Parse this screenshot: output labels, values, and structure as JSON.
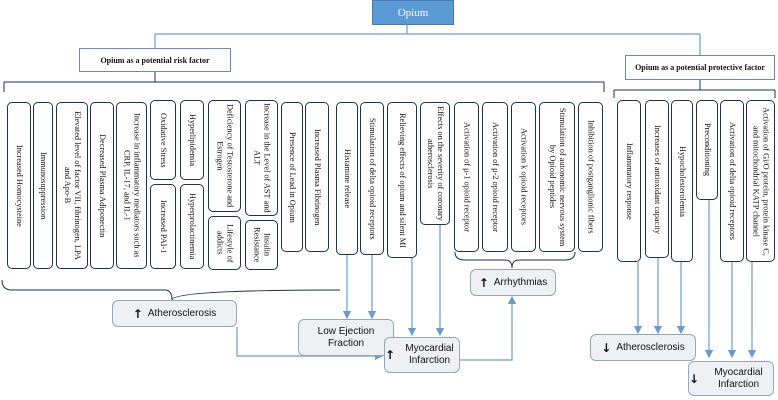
{
  "root": "Opium",
  "risk_header": "Opium as a potential risk factor",
  "protective_header": "Opium as a potential protective factor",
  "risk_factors": {
    "homocysteine": "Increased Homocysteine",
    "immunosuppression": "Immunosuppression",
    "factor_vii": "Elevated level of factor VII, fibrinogen, LPA and Apo-B",
    "adiponectin": "Decreased Plasma Adiponectin",
    "inflammatory_mediators": "Increase in inflammatory mediators such as CRP, IL-17, and IL-1",
    "oxidative_stress": "Oxidative Stress",
    "pai1": "Increased PAI-1",
    "hyperlipidemia": "Hyperlipidemia",
    "hyperprolactinemia": "Hyperprolactinemia",
    "testosterone": "Deficiency of Testosterone and Estrogen",
    "lifestyle": "Lifestyle of addicts",
    "ast_alt": "Increase in the Level of AST and ALT",
    "insulin": "Insulin Resistance",
    "lead": "Presence of Lead in Opium",
    "fibrinogen": "Increased Plasma Fibrinogen",
    "histamine": "Histamine release",
    "delta_stimulation": "Stimulation of delta opioid receptors",
    "relieving": "Relieving effects of opium and silent MI",
    "severity": "Effects on the severity of coronary atherosclerosis",
    "mu1": "Activation of μ-1 opioid receptor",
    "mu2": "Activation of μ-2 opioid receptor",
    "kappa": "Activation k opioid receptors",
    "autonomic": "Stimulation of autonomic nervous system by Opioid peptides",
    "postganglionic": "Inhibition of postganglionic fibers"
  },
  "protective_factors": {
    "inflammatory_response": "Inflammatory response",
    "antioxidant": "Increases of antioxidant capacity",
    "hypocholesterolemia": "Hypocholesterolemia",
    "preconditioning": "Preconditioning",
    "delta_activation": "Activation of delta opioid receptors",
    "gio_protein": "Activation of Gi/O protein, protein kinase C, and mitochondrial KATP channel"
  },
  "outcomes": {
    "atherosclerosis_risk": {
      "arrow": "↑",
      "label": "Atherosclerosis"
    },
    "low_ejection": {
      "label": "Low Ejection Fraction"
    },
    "arrhythmias": {
      "arrow": "↑",
      "label": "Arrhythmias"
    },
    "mi_risk": {
      "arrow": "↑",
      "label": "Myocardial Infarction"
    },
    "atherosclerosis_protective": {
      "arrow": "↓",
      "label": "Atherosclerosis"
    },
    "mi_protective": {
      "arrow": "↓",
      "label": "Myocardial Infarction"
    }
  },
  "colors": {
    "root_fill": "#5b9bd5",
    "connector": "#6a9bd0",
    "box_border": "#1f2f55",
    "outcome_fill": "#eef0f3"
  }
}
